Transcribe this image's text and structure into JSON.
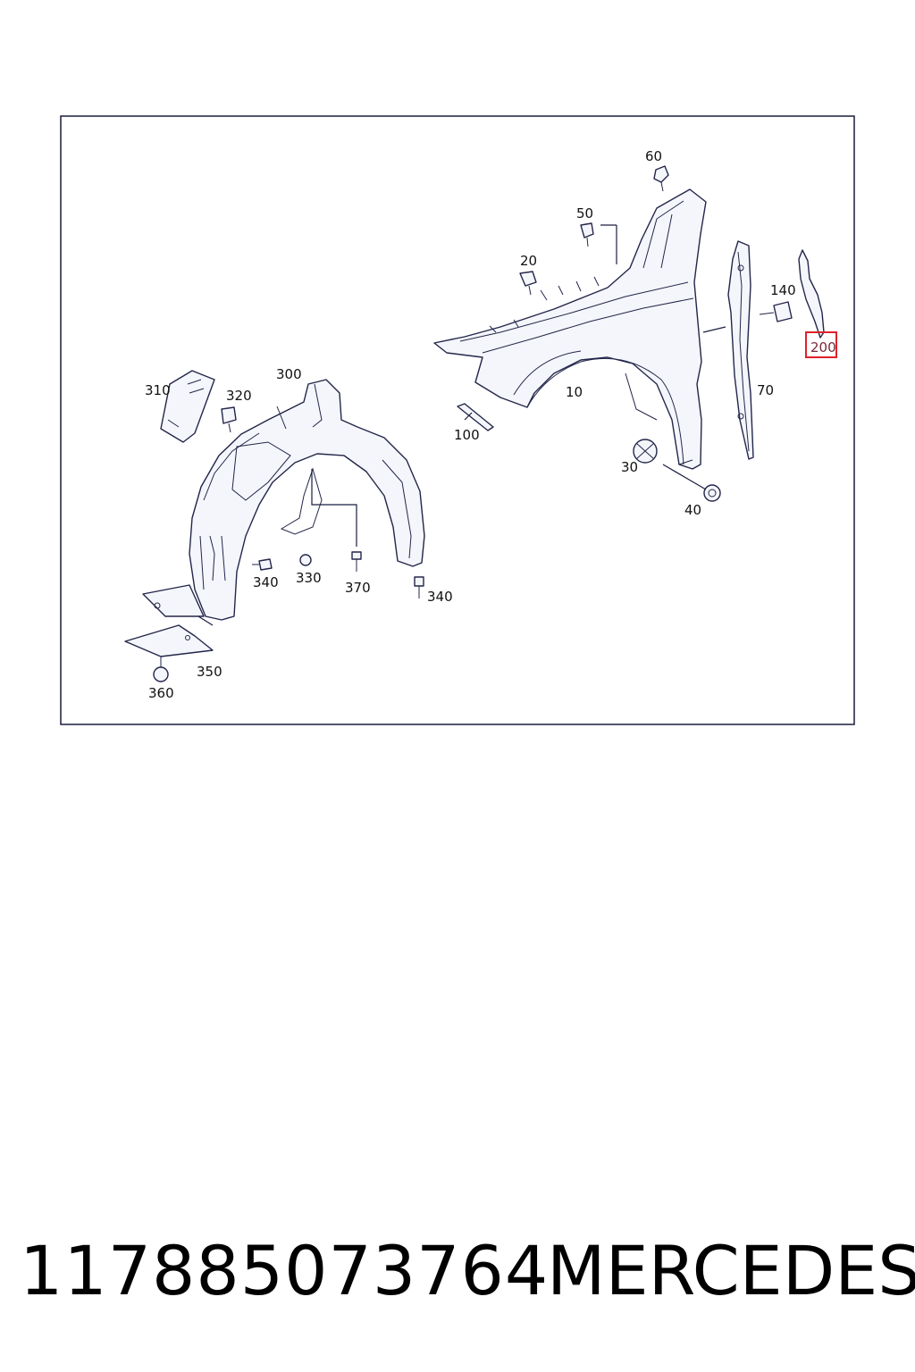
{
  "callouts": {
    "c10": "10",
    "c20": "20",
    "c30": "30",
    "c40": "40",
    "c50": "50",
    "c60": "60",
    "c70": "70",
    "c100": "100",
    "c140": "140",
    "c200": "200",
    "c300": "300",
    "c310": "310",
    "c320": "320",
    "c330": "330",
    "c340a": "340",
    "c340b": "340",
    "c350": "350",
    "c360": "360",
    "c370": "370"
  },
  "highlight_color": "#e0202a",
  "footer": {
    "part_number": "117885073764",
    "brand": "MERCEDES"
  }
}
